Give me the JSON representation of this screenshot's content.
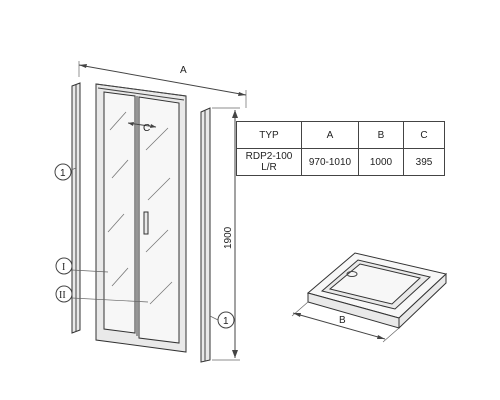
{
  "dimensions": {
    "a_label": "A",
    "b_label": "B",
    "c_label": "C",
    "height_label": "1900"
  },
  "callouts": {
    "profile_1_left": "1",
    "profile_1_right": "1",
    "panel_i": "I",
    "panel_ii": "II"
  },
  "spec_table": {
    "headers": [
      "TYP",
      "A",
      "B",
      "C"
    ],
    "rows": [
      [
        "RDP2-100 L/R",
        "970-1010",
        "1000",
        "395"
      ]
    ]
  }
}
